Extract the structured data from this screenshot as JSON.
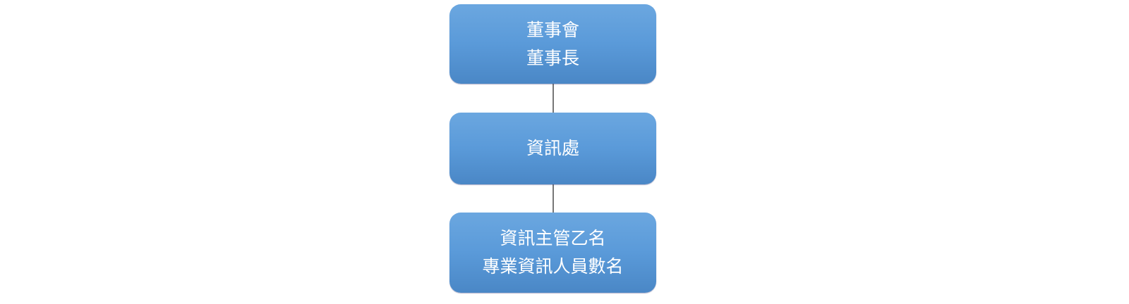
{
  "nodes": [
    {
      "lines": [
        "董事會",
        "董事長"
      ]
    },
    {
      "lines": [
        "資訊處"
      ]
    },
    {
      "lines": [
        "資訊主管乙名",
        "專業資訊人員數名"
      ]
    }
  ],
  "colors": {
    "box_top": "#6ba7e0",
    "box_bottom": "#4a87c6",
    "connector": "#777777",
    "text": "#ffffff"
  }
}
